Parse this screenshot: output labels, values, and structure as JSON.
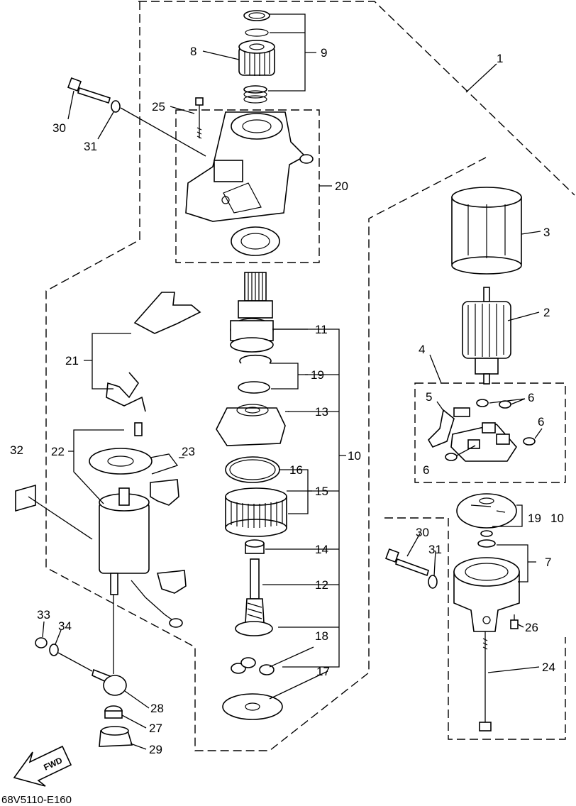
{
  "diagram_code": "68V5110-E160",
  "fwd_label": "FWD",
  "callouts": {
    "c1": "1",
    "c2": "2",
    "c3": "3",
    "c4": "4",
    "c5": "5",
    "c6a": "6",
    "c6b": "6",
    "c6c": "6",
    "c7": "7",
    "c8": "8",
    "c9": "9",
    "c10": "10",
    "c10b": "10",
    "c11": "11",
    "c12": "12",
    "c13": "13",
    "c14": "14",
    "c15": "15",
    "c16": "16",
    "c17": "17",
    "c18": "18",
    "c19": "19",
    "c19b": "19",
    "c20": "20",
    "c21": "21",
    "c22": "22",
    "c23": "23",
    "c24": "24",
    "c25": "25",
    "c26": "26",
    "c27": "27",
    "c28": "28",
    "c29": "29",
    "c30": "30",
    "c30b": "30",
    "c31": "31",
    "c31b": "31",
    "c32": "32",
    "c33": "33",
    "c34": "34"
  }
}
